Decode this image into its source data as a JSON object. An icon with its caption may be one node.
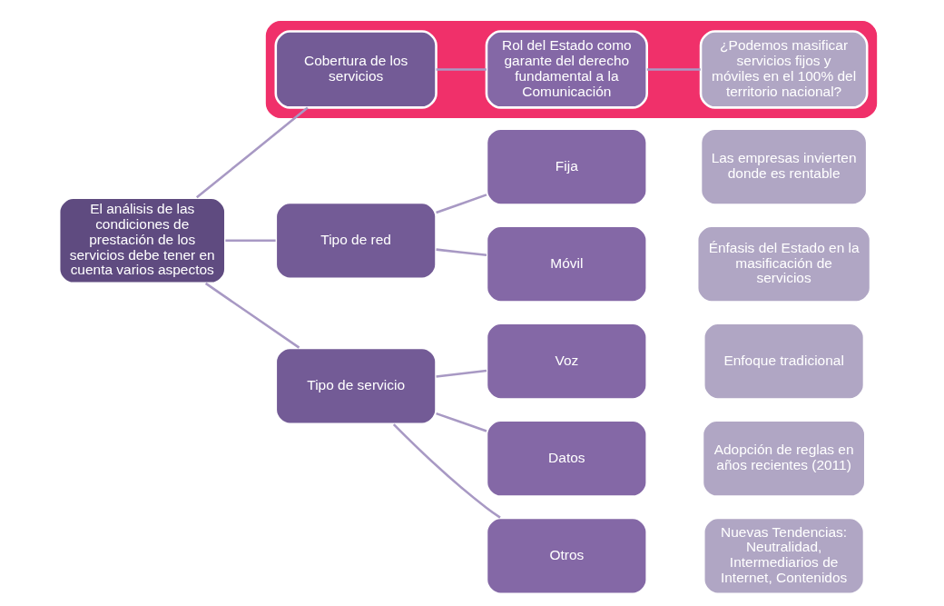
{
  "diagram": {
    "nodes": [
      {
        "text": [
          "El análisis de las condiciones de prestación de los servicios debe tener en cuenta varios aspectos"
        ]
      },
      {
        "text": [
          "Tipo de red"
        ]
      },
      {
        "text": [
          "Fija"
        ]
      },
      {
        "text": [
          "Las empresas invierten donde es rentable"
        ]
      },
      {
        "text": [
          "Móvil"
        ]
      },
      {
        "text": [
          "Énfasis del Estado en la masificación de servicios"
        ]
      },
      {
        "text": [
          "Tipo de servicio"
        ]
      },
      {
        "text": [
          "Voz"
        ]
      },
      {
        "text": [
          "Enfoque tradicional"
        ]
      },
      {
        "text": [
          "Datos"
        ]
      },
      {
        "text": [
          "Adopción de reglas en años recientes (2011)"
        ]
      },
      {
        "text": [
          "Otros"
        ]
      },
      {
        "text": [
          "Nuevas Tendencias: Neutralidad, Intermediarios de Internet, Contenidos"
        ]
      },
      {
        "text": [],
        "shape": "box"
      },
      {
        "text": [
          "Cobertura de los servicios"
        ],
        "in": 13
      },
      {
        "text": [
          "Rol del Estado como garante del derecho fundamental a la Comunicación"
        ],
        "in": 13
      },
      {
        "text": [
          "¿Podemos masificar servicios fijos y móviles en el 100% del territorio nacional?"
        ],
        "in": 13
      }
    ],
    "edges": [
      {
        "from": 0,
        "to": 1,
        "arrow": "none"
      },
      {
        "from": 0,
        "to": 6,
        "arrow": "none"
      },
      {
        "from": 0,
        "to": 14,
        "arrow": "none"
      },
      {
        "from": 1,
        "to": 2,
        "arrow": "none"
      },
      {
        "from": 1,
        "to": 4,
        "arrow": "none"
      },
      {
        "from": 6,
        "to": 7,
        "arrow": "none"
      },
      {
        "from": 6,
        "to": 9,
        "arrow": "none"
      },
      {
        "from": 6,
        "to": 11,
        "arrow": "none"
      },
      {
        "from": 14,
        "to": 15,
        "arrow": "none"
      },
      {
        "from": 15,
        "to": 16,
        "arrow": "none"
      }
    ]
  }
}
